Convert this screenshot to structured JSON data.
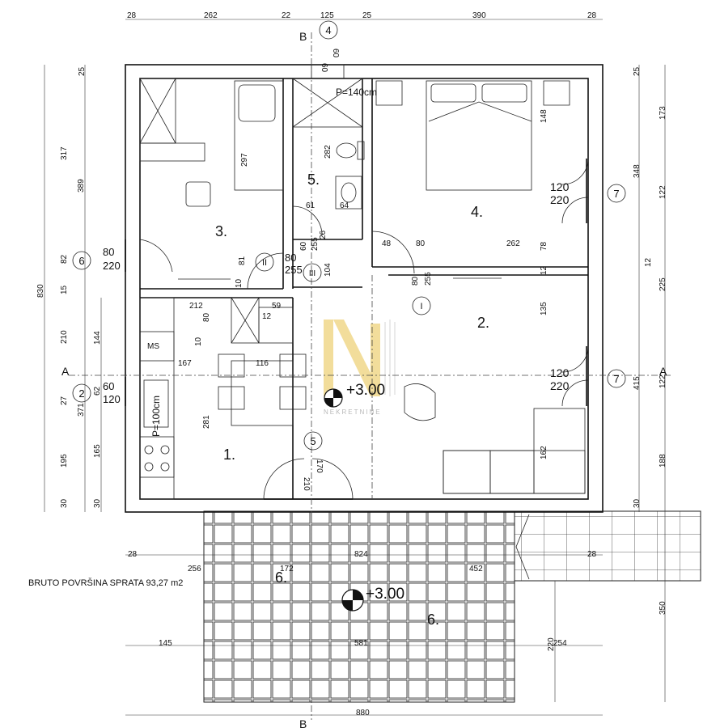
{
  "colors": {
    "line": "#111111",
    "background": "#ffffff",
    "watermark": "#e8c34a"
  },
  "watermark": {
    "sub": "NEKRETNINE"
  },
  "plan": {
    "area_label": "BRUTO POVRŠINA SPRATA 93,27 m2",
    "rooms": {
      "r1": "1.",
      "r2": "2.",
      "r3": "3.",
      "r4": "4.",
      "r5": "5.",
      "r6a": "6.",
      "r6b": "6."
    },
    "levels": {
      "inside": "+3.00",
      "terrace": "+3.00"
    },
    "section_marks": {
      "a_left": "A",
      "a_right": "A",
      "b_top": "B",
      "b_bottom": "B"
    },
    "circles": {
      "c4": "4",
      "c6": "6",
      "c2": "2",
      "c5": "5",
      "c7a": "7",
      "c7b": "7",
      "cII": "II",
      "cIII": "III",
      "cI": "I"
    },
    "labels": {
      "ms": "MS",
      "shower": "P=140cm",
      "stove": "P=100cm"
    },
    "dims_top": [
      "28",
      "262",
      "22",
      "125",
      "25",
      "390",
      "28"
    ],
    "dims_left_outer": [
      "25",
      "317",
      "82",
      "15",
      "210",
      "27",
      "195",
      "30"
    ],
    "dims_left_inner": [
      "389",
      "144",
      "62",
      "165",
      "30"
    ],
    "dim_left_total": "830",
    "dim_left_371": "371",
    "dims_right_outer": [
      "25",
      "173",
      "122",
      "12",
      "225",
      "122",
      "188",
      "30"
    ],
    "dims_right_inner": [
      "348",
      "415"
    ],
    "dim_right_350": "350",
    "dims_bottom": [
      "28",
      "256",
      "172",
      "824",
      "452",
      "28"
    ],
    "dims_bottom2": [
      "145",
      "581",
      "254"
    ],
    "dim_bottom_total": "880",
    "dim_220": "220",
    "dims_inner": {
      "d60a": "60",
      "d60b": "60",
      "d297": "297",
      "d282": "282",
      "d148": "148",
      "d120a": "120",
      "d220a": "220",
      "d61": "61",
      "d64": "64",
      "d60c": "60",
      "d255a": "255",
      "d26": "26",
      "d80a": "80",
      "d220b": "220",
      "d81": "81",
      "d80b": "80",
      "d255b": "255",
      "d104": "104",
      "d10a": "10",
      "d48": "48",
      "d80c": "80",
      "d262": "262",
      "d78": "78",
      "d12a": "12",
      "d80d": "80",
      "d255c": "255",
      "d212": "212",
      "d80e": "80",
      "d59": "59",
      "d12b": "12",
      "d10b": "10",
      "d135": "135",
      "d167": "167",
      "d116": "116",
      "d60d": "60",
      "d120b": "120",
      "d120c": "120",
      "d220c": "220",
      "d281": "281",
      "d162": "162",
      "d210": "210",
      "d170": "170"
    }
  }
}
